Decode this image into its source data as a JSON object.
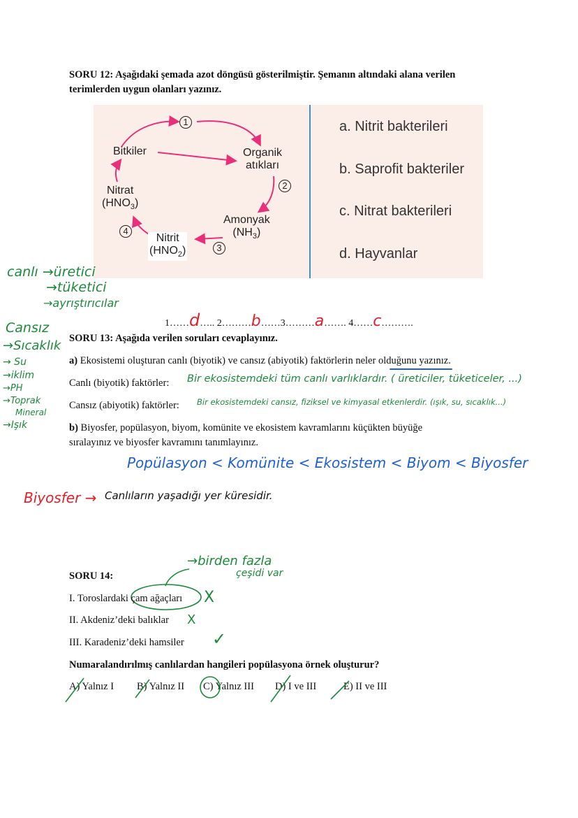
{
  "q12": {
    "title": "SORU 12: Aşağıdaki şemada azot döngüsü gösterilmiştir. Şemanın altındaki alana verilen",
    "title2": "terimlerden uygun olanları yazınız.",
    "diagram": {
      "bitkiler": "Bitkiler",
      "organik1": "Organik",
      "organik2": "atıkları",
      "nitrat1": "Nitrat",
      "nitrat2": "(HNO",
      "nitrat_sub": "3",
      "close": ")",
      "amonyak1": "Amonyak",
      "amonyak2": "(NH",
      "amonyak_sub": "3",
      "nitrit1": "Nitrit",
      "nitrit2": "(HNO",
      "nitrit_sub": "2",
      "n1": "1",
      "n2": "2",
      "n3": "3",
      "n4": "4"
    },
    "terms": [
      "a. Nitrit bakterileri",
      "b. Saprofit bakteriler",
      "c. Nitrat bakterileri",
      "d. Hayvanlar"
    ],
    "answers": {
      "l1": "1……",
      "a1": "d",
      "l2": "….. 2………",
      "a2": "b",
      "l3": "……3………",
      "a3": "a",
      "l4": "……. 4……",
      "a4": "c",
      "l5": "………."
    }
  },
  "margin_notes": {
    "canli": "canlı →üretici",
    "tuketici": "→tüketici",
    "ayristirici": "→ayrıştırıcılar",
    "cansiz": "Cansız",
    "sicaklik": "→Sıcaklık",
    "su": "→ Su",
    "iklim": "→iklim",
    "ph": "→PH",
    "toprak": "→Toprak",
    "mineral": "Mineral",
    "isik": "→Işık"
  },
  "q13": {
    "title": "SORU 13: Aşağıda verilen soruları cevaplayınız.",
    "a_label": "a)",
    "a_text": " Ekosistemi oluşturan canlı (biyotik) ve cansız (abiyotik) faktörlerin neler olduğunu yazınız.",
    "canli_label": "Canlı (biyotik) faktörler:",
    "canli_answer": "Bir ekosistemdeki tüm canlı varlıklardır. ( üreticiler, tüketiceler, ...)",
    "cansiz_label": "Cansız (abiyotik) faktörler:",
    "cansiz_answer": "Bir ekosistemdeki cansız, fiziksel ve kimyasal etkenlerdir. (ışık, su, sıcaklık...)",
    "b_label": "b)",
    "b_text": " Biyosfer, popülasyon, biyom, komünite ve ekosistem kavramlarını küçükten büyüğe",
    "b_text2": "sıralayınız ve biyosfer kavramını tanımlayınız.",
    "order_answer": "Popülasyon < Komünite < Ekosistem < Biyom < Biyosfer",
    "biyosfer_label": "Biyosfer →",
    "biyosfer_def": "Canlıların yaşadığı yer küresidir."
  },
  "q14": {
    "title": "SORU 14:",
    "note1": "→birden fazla",
    "note2": "çeşidi var",
    "items": [
      "I. Toroslardaki çam ağaçları",
      "II. Akdeniz’deki balıklar",
      "III. Karadeniz’deki hamsiler"
    ],
    "marks": [
      "X",
      "X",
      "✓"
    ],
    "question": "Numaralandırılmış canlılardan hangileri popülasyona örnek oluşturur?",
    "options": [
      "A) Yalnız I",
      "B) Yalnız II",
      "C) Yalnız III",
      "D) I ve III",
      "E) II ve III"
    ]
  }
}
